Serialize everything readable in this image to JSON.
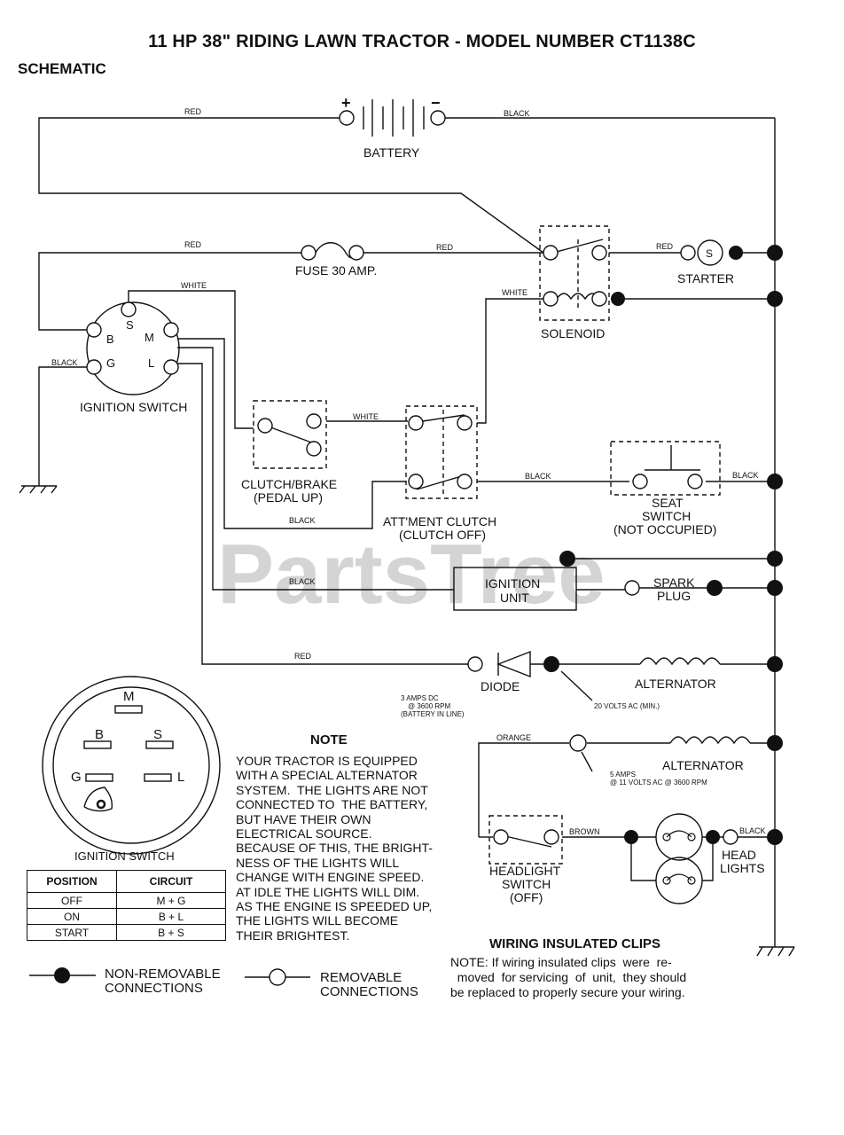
{
  "title": "11 HP 38\" RIDING LAWN TRACTOR - MODEL NUMBER CT1138C",
  "subtitle": "SCHEMATIC",
  "watermark": "PartsTree",
  "components": {
    "battery": "BATTERY",
    "battery_plus": "+",
    "battery_minus": "−",
    "fuse": "FUSE 30 AMP.",
    "starter": "STARTER",
    "starter_s": "S",
    "solenoid": "SOLENOID",
    "ignition_switch": "IGNITION SWITCH",
    "clutch_brake_1": "CLUTCH/BRAKE",
    "clutch_brake_2": "(PEDAL UP)",
    "attment_1": "ATT'MENT CLUTCH",
    "attment_2": "(CLUTCH OFF)",
    "seat_1": "SEAT",
    "seat_2": "SWITCH",
    "seat_3": "(NOT OCCUPIED)",
    "ignition_unit_1": "IGNITION",
    "ignition_unit_2": "UNIT",
    "spark_1": "SPARK",
    "spark_2": "PLUG",
    "diode": "DIODE",
    "alternator_1": "ALTERNATOR",
    "alternator_2": "ALTERNATOR",
    "headlight_sw_1": "HEADLIGHT",
    "headlight_sw_2": "SWITCH",
    "headlight_sw_3": "(OFF)",
    "head_lights_1": "HEAD",
    "head_lights_2": "LIGHTS"
  },
  "switch_terminals": {
    "b": "B",
    "s": "S",
    "m": "M",
    "g": "G",
    "l": "L"
  },
  "wires": {
    "red": "RED",
    "black": "BLACK",
    "white": "WHITE",
    "orange": "ORANGE",
    "brown": "BROWN"
  },
  "annotations": {
    "diode_1": "3 AMPS DC",
    "diode_2": "@ 3600 RPM",
    "diode_3": "(BATTERY IN LINE)",
    "alt_ac": "20 VOLTS AC (MIN.)",
    "alt2_1": "5 AMPS",
    "alt2_2": "@ 11 VOLTS AC @ 3600 RPM"
  },
  "note": {
    "heading": "NOTE",
    "body": "YOUR TRACTOR IS EQUIPPED\nWITH A SPECIAL ALTERNATOR\nSYSTEM.  THE LIGHTS ARE NOT\nCONNECTED TO  THE BATTERY,\nBUT HAVE THEIR OWN\nELECTRICAL SOURCE.\nBECAUSE OF THIS, THE BRIGHT-\nNESS OF THE LIGHTS WILL\nCHANGE WITH ENGINE SPEED.\nAT IDLE THE LIGHTS WILL DIM.\nAS THE ENGINE IS SPEEDED UP,\nTHE LIGHTS WILL BECOME\nTHEIR BRIGHTEST."
  },
  "clips": {
    "heading": "WIRING INSULATED CLIPS",
    "body": "NOTE: If wiring insulated clips  were  re-\n  moved  for servicing  of  unit,  they should\nbe replaced to properly secure your wiring."
  },
  "ignition_table": {
    "title": "IGNITION SWITCH",
    "headers": [
      "POSITION",
      "CIRCUIT"
    ],
    "rows": [
      [
        "OFF",
        "M + G"
      ],
      [
        "ON",
        "B + L"
      ],
      [
        "START",
        "B + S"
      ]
    ]
  },
  "legend": {
    "non_removable": "NON-REMOVABLE\nCONNECTIONS",
    "removable": "REMOVABLE\nCONNECTIONS"
  }
}
